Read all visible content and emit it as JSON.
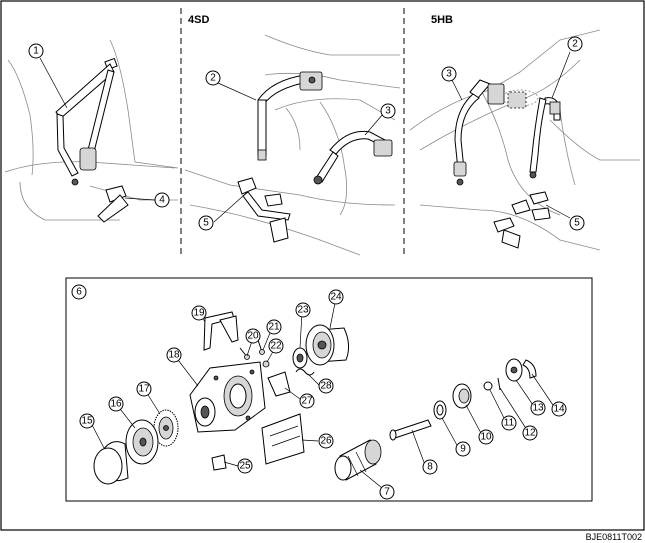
{
  "sections": {
    "sedan_label": "4SD",
    "hatchback_label": "5HB"
  },
  "figure_code": "BJE0811T002",
  "callouts": [
    "1",
    "2",
    "2",
    "3",
    "3",
    "4",
    "5",
    "5",
    "6",
    "7",
    "8",
    "9",
    "10",
    "11",
    "12",
    "13",
    "14",
    "15",
    "16",
    "17",
    "18",
    "19",
    "20",
    "21",
    "22",
    "23",
    "24",
    "25",
    "26",
    "27",
    "28"
  ]
}
